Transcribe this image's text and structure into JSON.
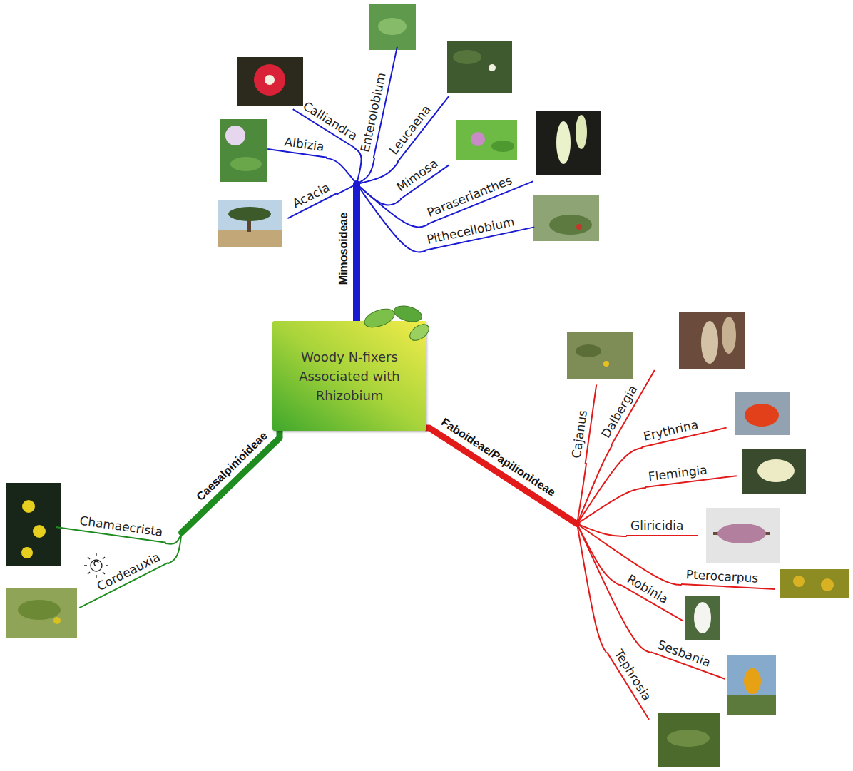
{
  "diagram": {
    "nodes": [
      {
        "text": [
          "Woody N-fixers Associated with Rhizobium"
        ]
      },
      {
        "text": [
          "Mimosoideae"
        ]
      },
      {
        "text": [
          "Acacia"
        ]
      },
      {
        "text": [
          "Albizia"
        ]
      },
      {
        "text": [
          "Calliandra"
        ]
      },
      {
        "text": [
          "Enterolobium"
        ]
      },
      {
        "text": [
          "Leucaena"
        ]
      },
      {
        "text": [
          "Mimosa"
        ]
      },
      {
        "text": [
          "Paraserianthes"
        ]
      },
      {
        "text": [
          "Pithecellobium"
        ]
      },
      {
        "text": [
          "Faboideae/Papilionideae"
        ]
      },
      {
        "text": [
          "Cajanus"
        ]
      },
      {
        "text": [
          "Dalbergia"
        ]
      },
      {
        "text": [
          "Erythrina"
        ]
      },
      {
        "text": [
          "Flemingia"
        ]
      },
      {
        "text": [
          "Gliricidia"
        ]
      },
      {
        "text": [
          "Pterocarpus"
        ]
      },
      {
        "text": [
          "Robinia"
        ]
      },
      {
        "text": [
          "Sesbania"
        ]
      },
      {
        "text": [
          "Tephrosia"
        ]
      },
      {
        "text": [
          "Caesalpinioideae"
        ]
      },
      {
        "text": [
          "Chamaecrista"
        ]
      },
      {
        "text": [
          "Cordeauxia"
        ]
      }
    ],
    "edges": [
      {
        "from": 0,
        "to": 1,
        "arrow": "none"
      },
      {
        "from": 1,
        "to": 2,
        "arrow": "none"
      },
      {
        "from": 1,
        "to": 3,
        "arrow": "none"
      },
      {
        "from": 1,
        "to": 4,
        "arrow": "none"
      },
      {
        "from": 1,
        "to": 5,
        "arrow": "none"
      },
      {
        "from": 1,
        "to": 6,
        "arrow": "none"
      },
      {
        "from": 1,
        "to": 7,
        "arrow": "none"
      },
      {
        "from": 1,
        "to": 8,
        "arrow": "none"
      },
      {
        "from": 1,
        "to": 9,
        "arrow": "none"
      },
      {
        "from": 0,
        "to": 10,
        "arrow": "none"
      },
      {
        "from": 10,
        "to": 11,
        "arrow": "none"
      },
      {
        "from": 10,
        "to": 12,
        "arrow": "none"
      },
      {
        "from": 10,
        "to": 13,
        "arrow": "none"
      },
      {
        "from": 10,
        "to": 14,
        "arrow": "none"
      },
      {
        "from": 10,
        "to": 15,
        "arrow": "none"
      },
      {
        "from": 10,
        "to": 16,
        "arrow": "none"
      },
      {
        "from": 10,
        "to": 17,
        "arrow": "none"
      },
      {
        "from": 10,
        "to": 18,
        "arrow": "none"
      },
      {
        "from": 10,
        "to": 19,
        "arrow": "none"
      },
      {
        "from": 0,
        "to": 20,
        "arrow": "none"
      },
      {
        "from": 20,
        "to": 21,
        "arrow": "none"
      },
      {
        "from": 20,
        "to": 22,
        "arrow": "none"
      }
    ]
  }
}
